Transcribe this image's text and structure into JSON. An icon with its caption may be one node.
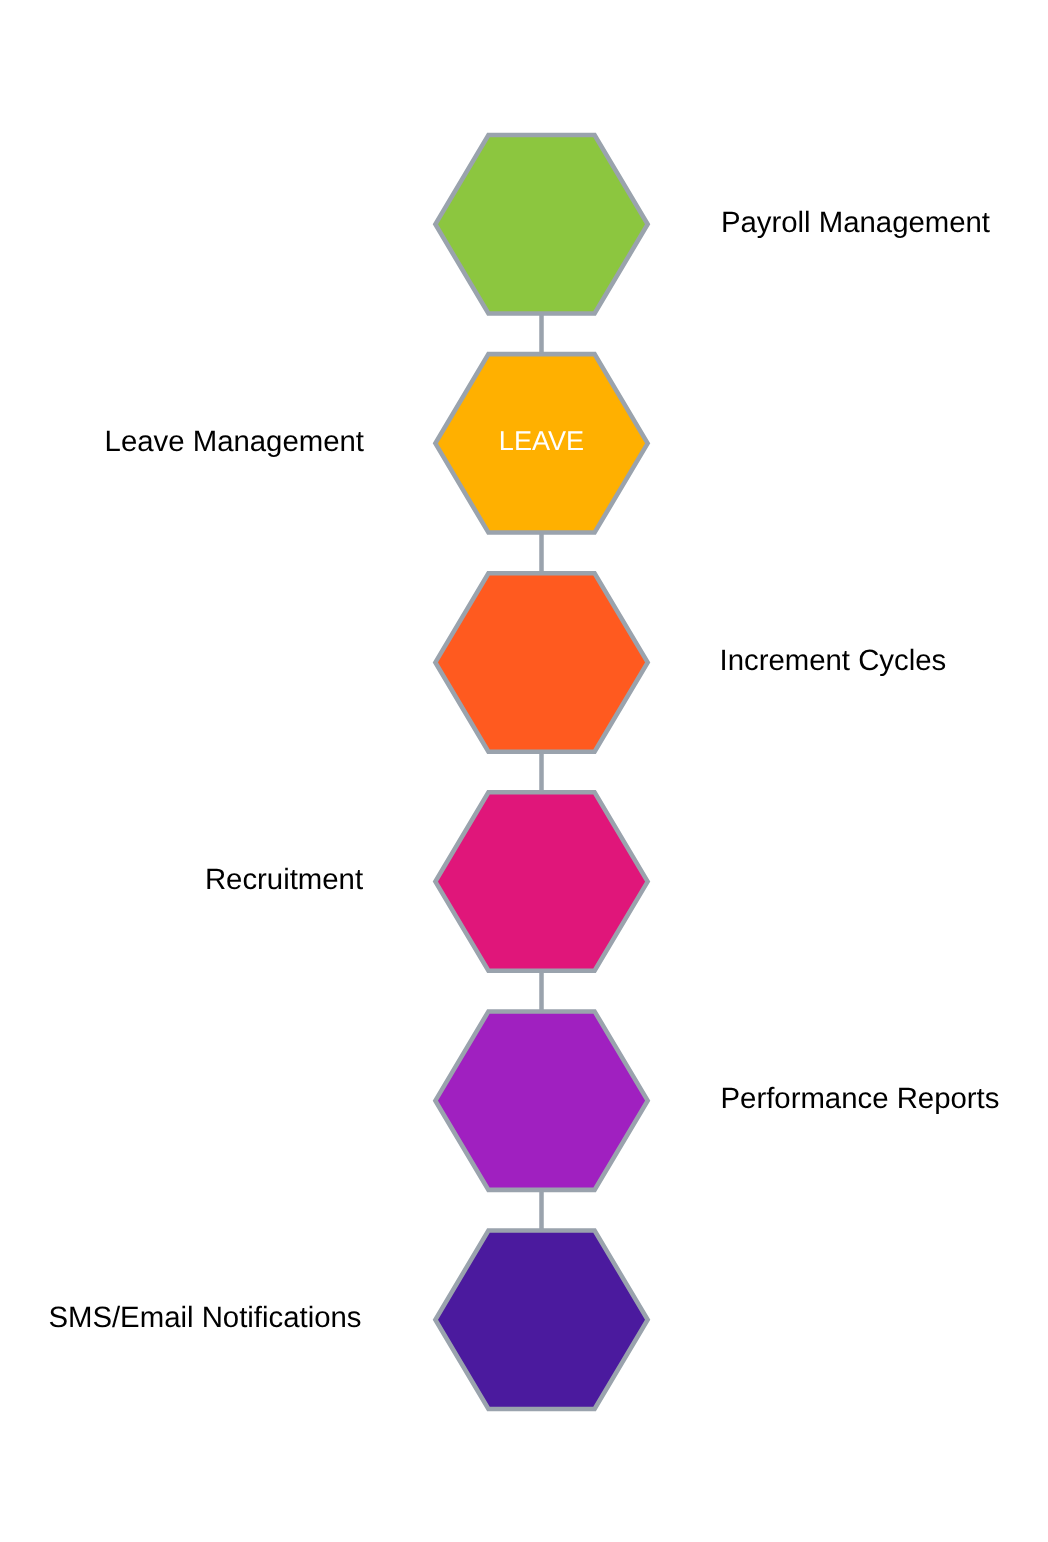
{
  "diagram": {
    "nodes": [
      {
        "text": [],
        "shape": "hexagon",
        "beside": [
          "Payroll Management"
        ]
      },
      {
        "text": [
          "LEAVE"
        ],
        "beside": [
          "Leave Management"
        ]
      },
      {
        "text": [],
        "shape": "hexagon",
        "beside": [
          "Increment Cycles"
        ]
      },
      {
        "text": [],
        "shape": "hexagon",
        "beside": [
          "Recruitment"
        ]
      },
      {
        "text": [],
        "shape": "hexagon",
        "beside": [
          "Performance Reports"
        ]
      },
      {
        "text": [],
        "shape": "hexagon",
        "beside": [
          "SMS/Email Notifications"
        ]
      }
    ],
    "edges": [
      {
        "from": 0,
        "to": 1,
        "arrow": "none"
      },
      {
        "from": 1,
        "to": 2,
        "arrow": "none"
      },
      {
        "from": 2,
        "to": 3,
        "arrow": "none"
      },
      {
        "from": 3,
        "to": 4,
        "arrow": "none"
      },
      {
        "from": 4,
        "to": 5,
        "arrow": "none"
      }
    ]
  }
}
